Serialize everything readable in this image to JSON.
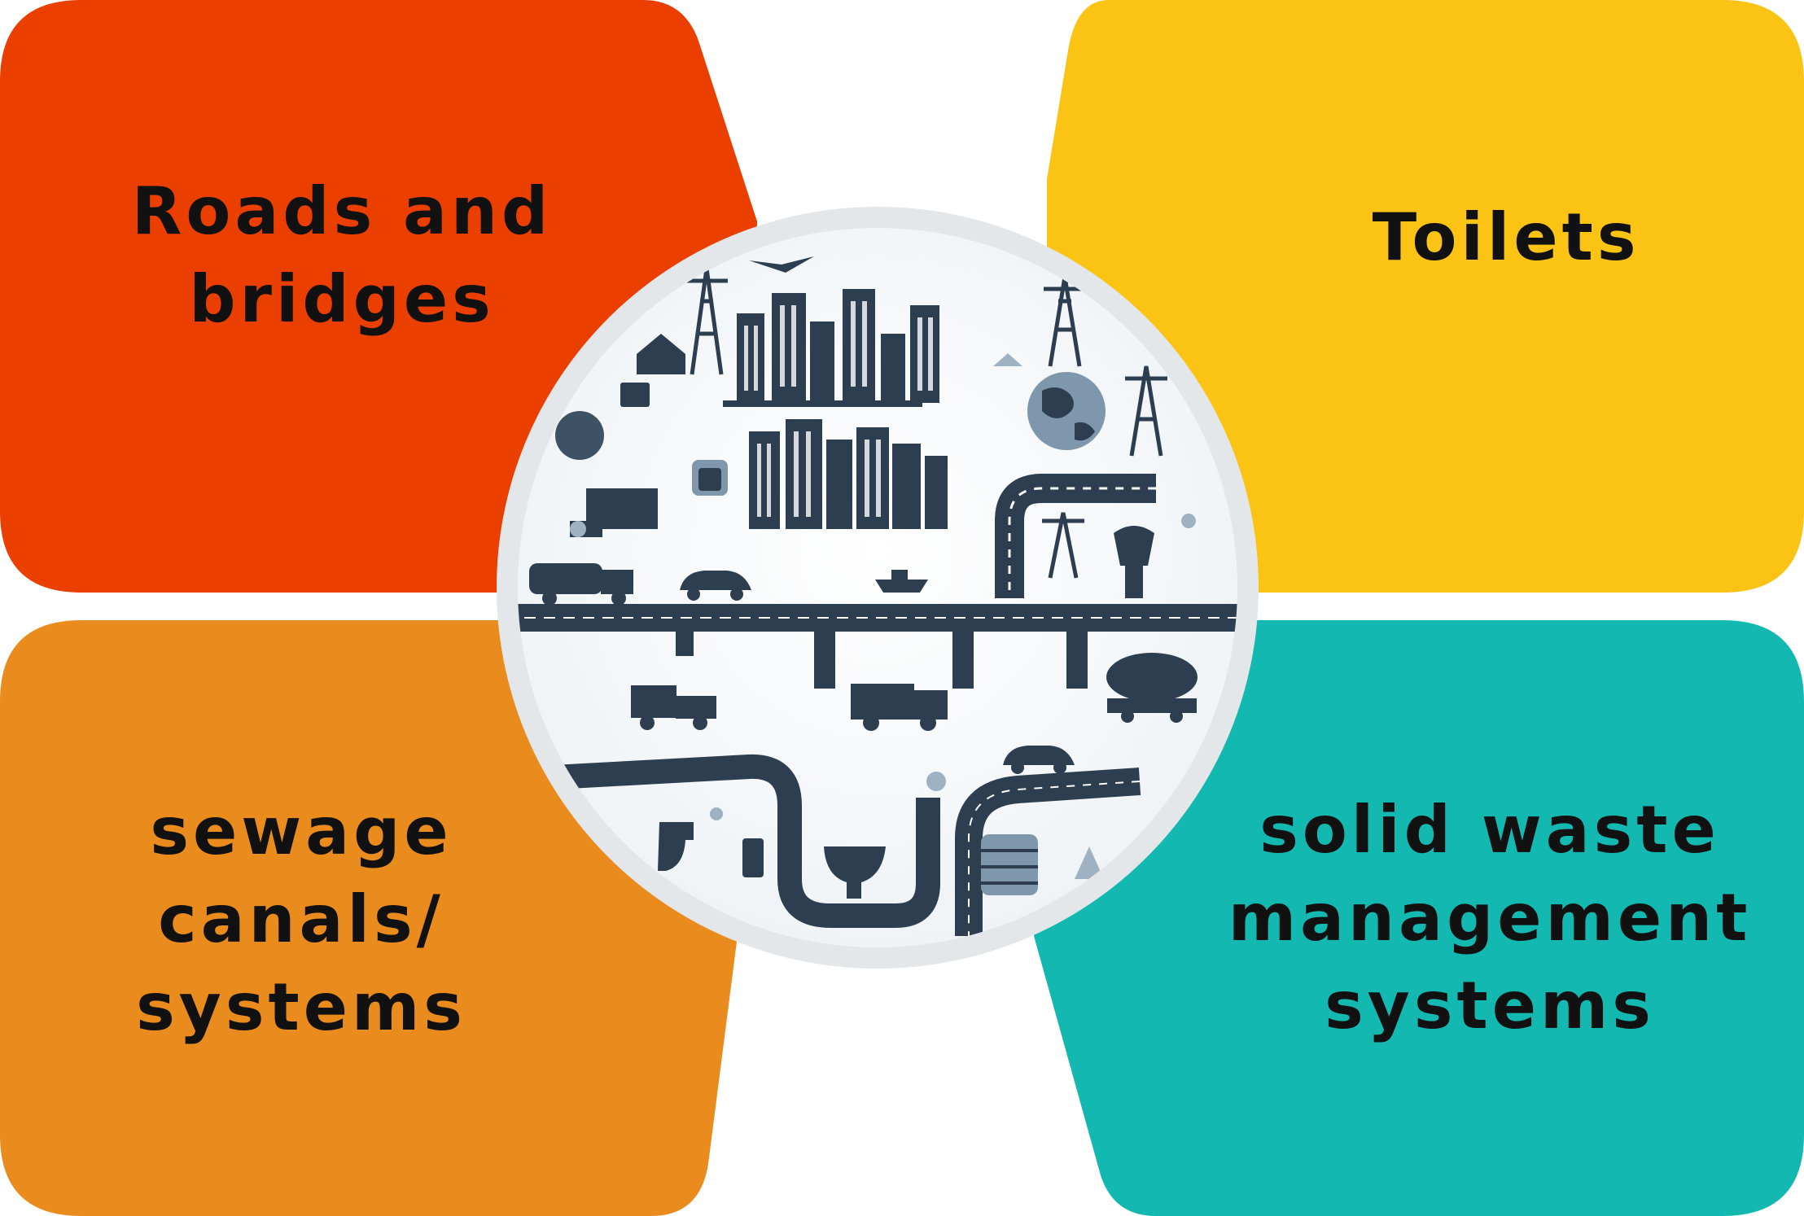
{
  "quadrants": {
    "top_left": {
      "lines": [
        "Roads and",
        "bridges"
      ],
      "color": "#eb3f00"
    },
    "top_right": {
      "lines": [
        "Toilets"
      ],
      "color": "#fbc314"
    },
    "bottom_left": {
      "lines": [
        "sewage",
        "canals/",
        "systems"
      ],
      "color": "#ea8c1d"
    },
    "bottom_right": {
      "lines": [
        "solid waste",
        "management",
        "systems"
      ],
      "color": "#13b9b0"
    }
  },
  "center": {
    "icon": "city-infrastructure-illustration"
  },
  "colors": {
    "ink": "#2d3e50",
    "ink_light": "#7f97ad",
    "ring": "#e3e7ea"
  }
}
